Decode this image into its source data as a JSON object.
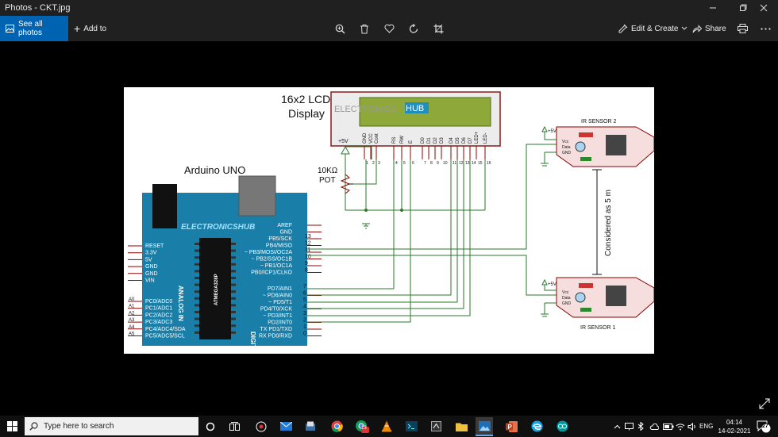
{
  "window": {
    "title": "Photos - CKT.jpg"
  },
  "toolbar": {
    "see_all_photos": "See all photos",
    "add_to": "Add to",
    "edit_create": "Edit & Create",
    "share": "Share"
  },
  "circuit": {
    "lcd_title_1": "16x2 LCD",
    "lcd_title_2": "Display",
    "lcd_brand_a": "ELECTRONICS",
    "lcd_brand_b": "HUB",
    "arduino_title": "Arduino UNO",
    "board_brand": "ELECTRONICSHUB",
    "chip_label": "ATMEGA328P",
    "digital_label": "DIGITAL (~PWM)",
    "analog_label": "ANALOG IN",
    "pot_value": "10KΩ",
    "pot_label": "POT",
    "vcc_label": "+5V",
    "sensor2_title": "IR SENSOR 2",
    "sensor1_title": "IR SENSOR 1",
    "sensor_vcc": "+5V",
    "sensor_pins": [
      "Vcc",
      "Data",
      "GND"
    ],
    "distance_note": "Considered as 5 m",
    "lcd_pins": [
      "GND",
      "VCC",
      "Cont",
      "RS",
      "RW",
      "E",
      "D0",
      "D1",
      "D2",
      "D3",
      "D4",
      "D5",
      "D6",
      "D7",
      "LED+",
      "LED-"
    ],
    "lcd_pin_numbers": [
      "1",
      "2",
      "3",
      "4",
      "5",
      "6",
      "7",
      "8",
      "9",
      "10",
      "11",
      "12",
      "13",
      "14",
      "15",
      "16"
    ],
    "power_pins": [
      "RESET",
      "3.3V",
      "5V",
      "GND",
      "GND",
      "VIN"
    ],
    "analog_pins": [
      "PC0/ADC0",
      "PC1/ADC1",
      "PC2/ADC2",
      "PC3/ADC3",
      "PC4/ADC4/SDA",
      "PC5/ADC5/SCL"
    ],
    "analog_nums": [
      "A0",
      "A1",
      "A2",
      "A3",
      "A4",
      "A5"
    ],
    "digital_top_pins": [
      "AREF",
      "GND",
      "PB5/SCK",
      "PB4/MISO",
      "~ PB3/MOSI/OC2A",
      "~ PB2/SS/OC1B",
      "~ PB1/OC1A",
      "PB0/ICP1/CLKO"
    ],
    "digital_top_nums": [
      "",
      "",
      "13",
      "12",
      "11",
      "10",
      "9",
      "8"
    ],
    "digital_bottom_pins": [
      "PD7/AIN1",
      "~ PD6/AIN0",
      "~ PD5/T1",
      "PD4/T0/XCK",
      "~ PD3/INT1",
      "PD2/INT0",
      "TX PD1/TXD",
      "RX PD0/RXD"
    ],
    "digital_bottom_nums": [
      "7",
      "6",
      "5",
      "4",
      "3",
      "2",
      "1",
      "0"
    ]
  },
  "taskbar": {
    "search_placeholder": "Type here to search",
    "chrome_badge": "13",
    "lang": "ENG",
    "time": "04:14",
    "date": "14-02-2021",
    "notif_count": "27"
  },
  "colors": {
    "accent": "#0063b1",
    "board": "#1a7fa8",
    "wire": "#8b0000",
    "sensor": "#f6dede"
  }
}
